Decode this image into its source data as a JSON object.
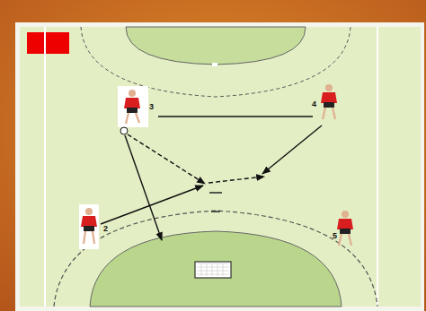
{
  "diagram": {
    "labels": [
      "3",
      "4",
      "2",
      "5"
    ]
  }
}
